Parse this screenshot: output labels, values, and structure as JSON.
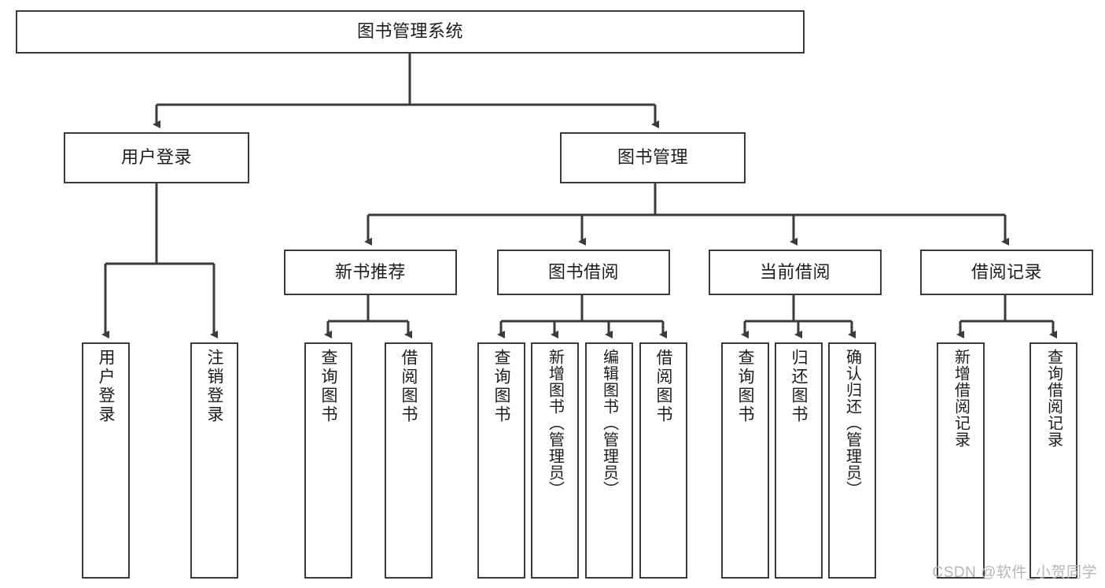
{
  "diagram": {
    "title": "图书管理系统",
    "type": "tree-hierarchy-diagram",
    "watermark": "CSDN @软件_小贺同学",
    "colors": {
      "box_border": "#3a3a3a",
      "box_fill": "#ffffff",
      "edge": "#3a3a3a",
      "text": "#1c1c1c",
      "watermark": "#b6b6b6",
      "background": "#ffffff"
    },
    "levels": {
      "root": {
        "label": "图书管理系统"
      },
      "level2": [
        {
          "id": "user-login",
          "label": "用户登录"
        },
        {
          "id": "book-manage",
          "label": "图书管理"
        }
      ],
      "level3": [
        {
          "id": "new-book-rec",
          "label": "新书推荐"
        },
        {
          "id": "book-borrow",
          "label": "图书借阅"
        },
        {
          "id": "current-borrow",
          "label": "当前借阅"
        },
        {
          "id": "borrow-record",
          "label": "借阅记录"
        }
      ],
      "leaves": {
        "user_login": [
          {
            "id": "leaf-user-login",
            "label": "用户登录"
          },
          {
            "id": "leaf-logout-login",
            "label": "注销登录"
          }
        ],
        "new_book_rec": [
          {
            "id": "leaf-query-book-1",
            "label": "查询图书"
          },
          {
            "id": "leaf-borrow-book-1",
            "label": "借阅图书"
          }
        ],
        "book_borrow": [
          {
            "id": "leaf-query-book-2",
            "label": "查询图书"
          },
          {
            "id": "leaf-add-book",
            "label": "新增图书（管理员）"
          },
          {
            "id": "leaf-edit-book",
            "label": "编辑图书（管理员）"
          },
          {
            "id": "leaf-borrow-book-2",
            "label": "借阅图书"
          }
        ],
        "current_borrow": [
          {
            "id": "leaf-query-book-3",
            "label": "查询图书"
          },
          {
            "id": "leaf-return-book",
            "label": "归还图书"
          },
          {
            "id": "leaf-confirm-return",
            "label": "确认归还（管理员）"
          }
        ],
        "borrow_record": [
          {
            "id": "leaf-add-record",
            "label": "新增借阅记录"
          },
          {
            "id": "leaf-query-record",
            "label": "查询借阅记录"
          }
        ]
      }
    }
  }
}
